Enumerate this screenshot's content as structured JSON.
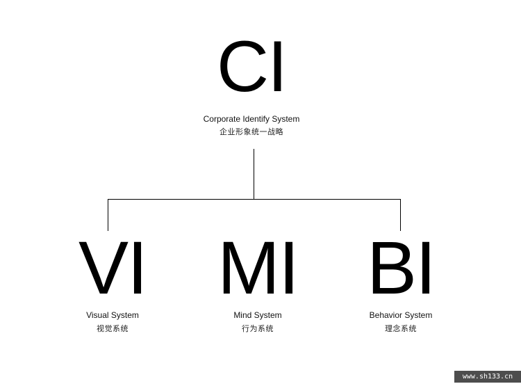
{
  "root": {
    "title": "CI",
    "subtitle_en": "Corporate Identify System",
    "subtitle_zh": "企业形象统一战略"
  },
  "systems": [
    {
      "title": "VI",
      "label_en": "Visual System",
      "label_zh": "视觉系统"
    },
    {
      "title": "MI",
      "label_en": "Mind System",
      "label_zh": "行为系统"
    },
    {
      "title": "BI",
      "label_en": "Behavior System",
      "label_zh": "理念系统"
    }
  ],
  "watermark": "www.sh133.cn",
  "colors": {
    "text": "#000000",
    "line": "#000000",
    "background": "#ffffff",
    "watermark_bg": "#4d4d4d"
  }
}
